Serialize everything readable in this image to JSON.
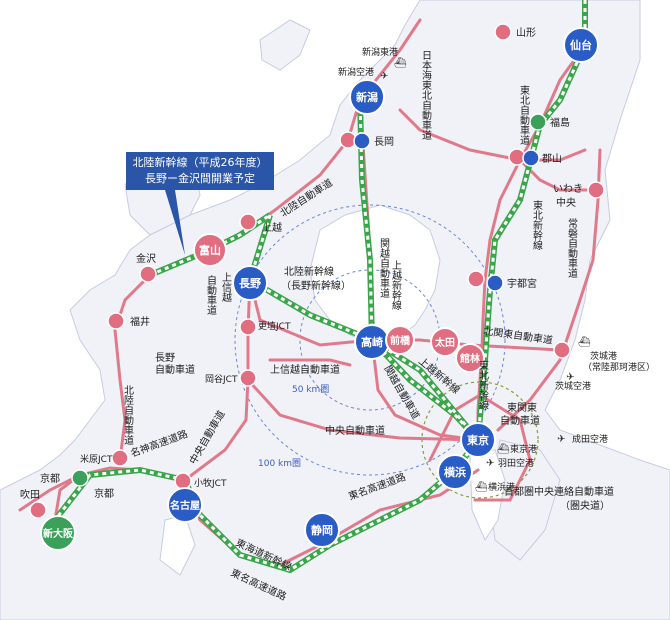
{
  "callout": {
    "line1": "北陸新幹線（平成26年度）",
    "line2": "長野ー金沢間開業予定"
  },
  "colors": {
    "land": "#f0f2f8",
    "sea": "#ffffff",
    "gunma": "#ffffff",
    "highway": "#e07a8a",
    "shinkansen_green": "#3aa64a",
    "major_city": "#2a5cc6",
    "minor_city": "#e06d80",
    "green_city": "#3aa05a",
    "circle_blue": "#6a88d8",
    "circle_green": "#8a9a3a",
    "callout_bg": "#2a55a8"
  },
  "major_cities": {
    "sendai": "仙台",
    "niigata": "新潟",
    "nagano": "長野",
    "takasaki": "高崎",
    "tokyo": "東京",
    "yokohama": "横浜",
    "nagoya": "名古屋",
    "shizuoka": "静岡"
  },
  "pink_cities": {
    "toyama": "富山",
    "maebashi": "前橋",
    "ota": "太田",
    "tatebayashi": "館林"
  },
  "green_cities": {
    "shinosaka": "新大阪",
    "fukushima": "福島"
  },
  "place_labels": {
    "yamagata": "山形",
    "niigata_port": "新潟東港",
    "niigata_airport": "新潟空港",
    "nagaoka": "長岡",
    "fukushima": "福島",
    "koriyama": "郡山",
    "iwaki": "いわき",
    "iwaki2": "中央",
    "joetsu": "上越",
    "kanazawa": "金沢",
    "fukui": "福井",
    "koshoku_jct": "更埴JCT",
    "okaya_jct": "岡谷JCT",
    "utsunomiya": "宇都宮",
    "ibaraki_port1": "茨城港",
    "ibaraki_port2": "（常陸那珂港区）",
    "ibaraki_airport": "茨城空港",
    "narita": "成田空港",
    "tokyo_port": "東京港",
    "haneda": "羽田空港",
    "yokohama_port": "横浜港",
    "maibara_jct": "米原JCT",
    "kyoto": "京都",
    "kyoto2": "京都",
    "suita": "吹田",
    "komaki_jct": "小牧JCT"
  },
  "route_labels": {
    "nihonkai_tohoku": "日本海東北自動車道",
    "tohoku_shinkansen_n": "東北新幹線",
    "tohoku_shinkansen": "東北新幹線",
    "tohoku_expwy": "東北自動車道",
    "joban": "常磐自動車道",
    "hokuriku_expwy": "北陸自動車道",
    "joetsu_shinkansen": "上越新幹線",
    "kanetsu": "関越自動車道",
    "kanetsu2": "関越自動車道",
    "joshinetsu_a": "上信越",
    "joshinetsu_b": "自動車道",
    "hokuriku_shinkansen1": "北陸新幹線",
    "hokuriku_shinkansen2": "（長野新幹線）",
    "kitakanto": "北関東自動車道",
    "joshinetsu_full": "上信越自動車道",
    "nagano_expwy1": "長野",
    "nagano_expwy2": "自動車道",
    "joetsu_shinkansen2": "上越新幹線",
    "tohoku_shinkansen2": "東北新幹線",
    "higashikanto1": "東関東",
    "higashikanto2": "自動車道",
    "chuo_expwy": "中央自動車道",
    "chuo_expwy2": "中央自動車道",
    "hokuriku_expwy2": "北陸自動車道",
    "meishin": "名神高速道路",
    "tomei": "東名高速道路",
    "tomei2": "東名高速道路",
    "tokaido_shinkansen": "東海道新幹線",
    "kenodo1": "首都圏中央連絡自動車道",
    "kenodo2": "（圏央道）"
  },
  "rings": {
    "r50": "50 km圏",
    "r100": "100 km圏"
  }
}
